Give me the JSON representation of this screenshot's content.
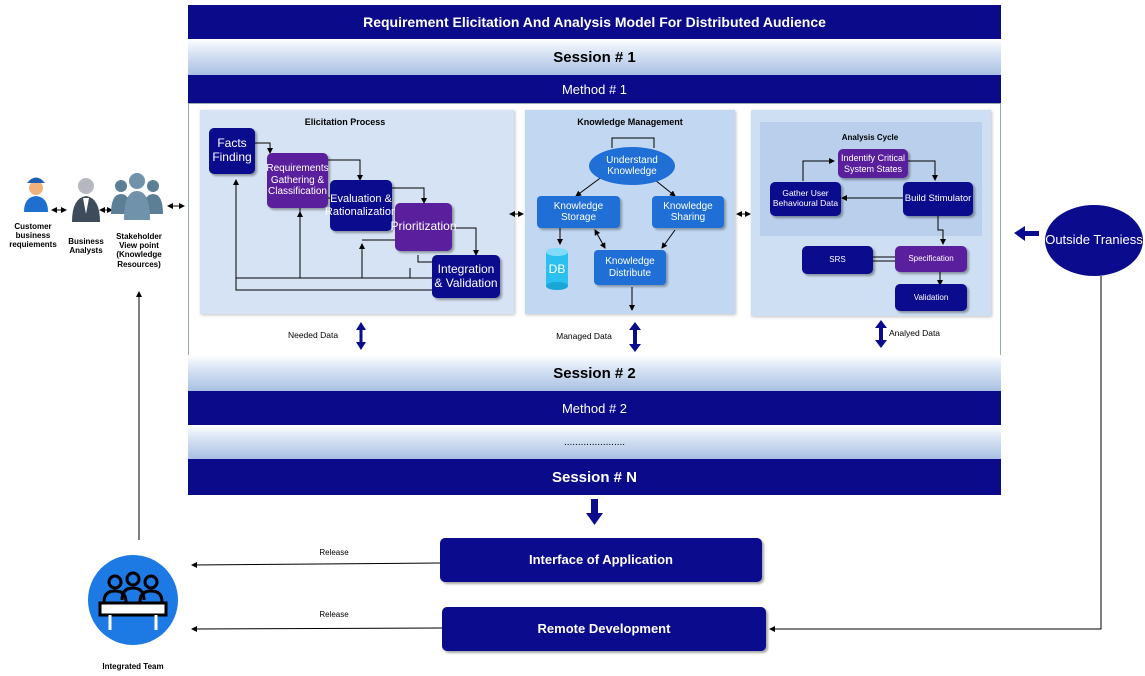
{
  "header": {
    "title": "Requirement Elicitation And Analysis Model For Distributed Audience",
    "session1": "Session # 1",
    "method1": "Method # 1",
    "session2": "Session # 2",
    "method2": "Method # 2",
    "dots": "......................",
    "sessionN": "Session # N"
  },
  "actors": {
    "customer": "Customer business requiements",
    "analysts": "Business Analysts",
    "stakeholder": "Stakeholder View point (Knowledge Resources)",
    "team": "Integrated Team",
    "outside": "Outside Traniess"
  },
  "elicitation": {
    "title": "Elicitation Process",
    "facts": "Facts Finding",
    "gathering": "Requirements Gathering & Classification",
    "evaluation": "Evaluation & Rationalization",
    "prioritization": "Prioritization",
    "integration": "Integration & Validation",
    "flow_label": "Needed Data"
  },
  "knowledge": {
    "title": "Knowledge Management",
    "understand": "Understand Knowledge",
    "storage": "Knowledge Storage",
    "sharing": "Knowledge Sharing",
    "distribute": "Knowledge Distribute",
    "db": "DB",
    "flow_label": "Managed Data"
  },
  "analysis": {
    "title": "Analysis Cycle",
    "critical": "Indentify Critical System States",
    "gather": "Gather User Behavioural Data",
    "stimulator": "Build Stimulator",
    "srs": "SRS",
    "specification": "Specification",
    "validation": "Validation",
    "flow_label": "Analyed Data"
  },
  "outputs": {
    "interface": "Interface of Application",
    "remote": "Remote Development",
    "release1": "Release",
    "release2": "Release"
  }
}
